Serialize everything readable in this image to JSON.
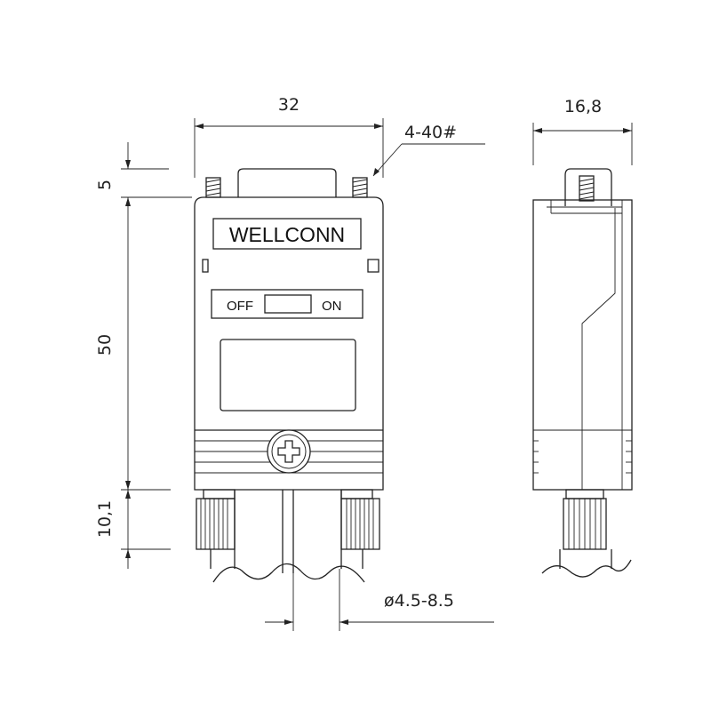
{
  "dimensions": {
    "width": "32",
    "depth": "16,8",
    "top_height": "5",
    "body_height": "50",
    "bottom_height": "10,1",
    "screw_spec": "4-40#",
    "cable_diameter": "ø4.5-8.5"
  },
  "front_view": {
    "brand_label": "WELLCONN",
    "switch_off_label": "OFF",
    "switch_on_label": "ON"
  },
  "colors": {
    "line": "#222222",
    "background": "#ffffff"
  }
}
